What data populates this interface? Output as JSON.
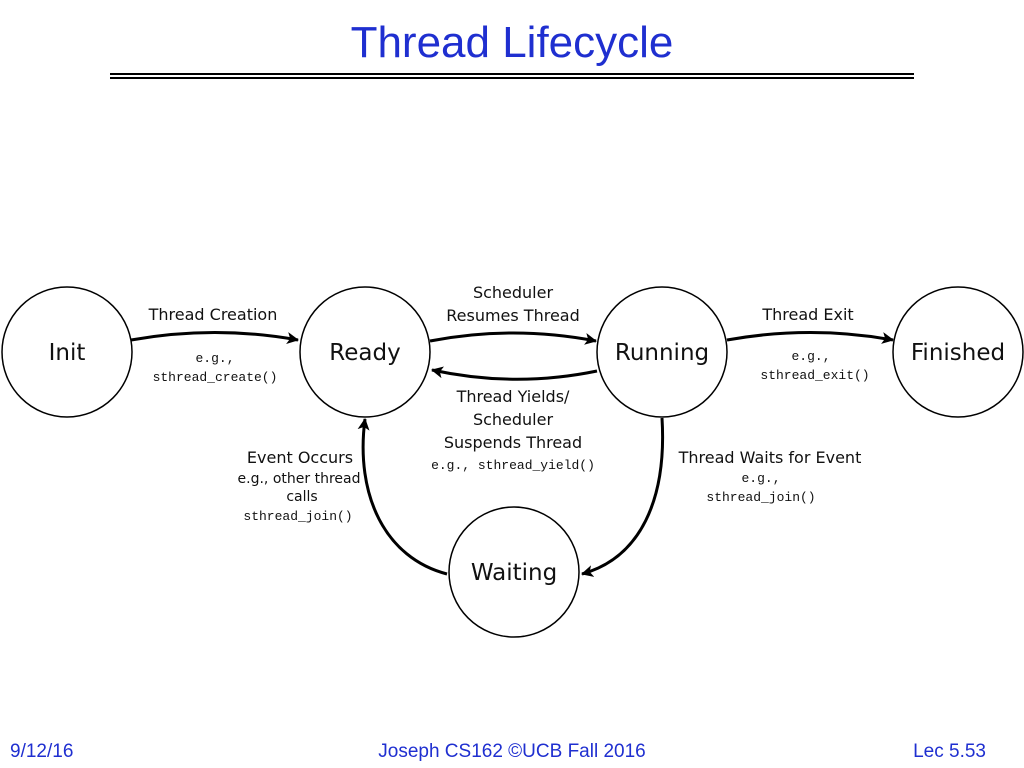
{
  "title": "Thread Lifecycle",
  "footer": {
    "date": "9/12/16",
    "course": "Joseph CS162 ©UCB Fall 2016",
    "lecture": "Lec 5.53"
  },
  "states": {
    "init": "Init",
    "ready": "Ready",
    "running": "Running",
    "finished": "Finished",
    "waiting": "Waiting"
  },
  "transitions": {
    "creation": {
      "label": "Thread Creation",
      "example_1": "e.g.,",
      "example_2": "sthread_create()"
    },
    "resume": {
      "line_1": "Scheduler",
      "line_2": "Resumes Thread"
    },
    "exit": {
      "label": "Thread Exit",
      "example_1": "e.g.,",
      "example_2": "sthread_exit()"
    },
    "yield": {
      "line_1": "Thread Yields/",
      "line_2": "Scheduler",
      "line_3": "Suspends Thread",
      "example": "e.g., sthread_yield()"
    },
    "event": {
      "line_1": "Event Occurs",
      "line_2": "e.g., other thread",
      "line_3": "calls",
      "example": "sthread_join()"
    },
    "wait": {
      "label": "Thread Waits for Event",
      "example_1": "e.g.,",
      "example_2": "sthread_join()"
    }
  }
}
